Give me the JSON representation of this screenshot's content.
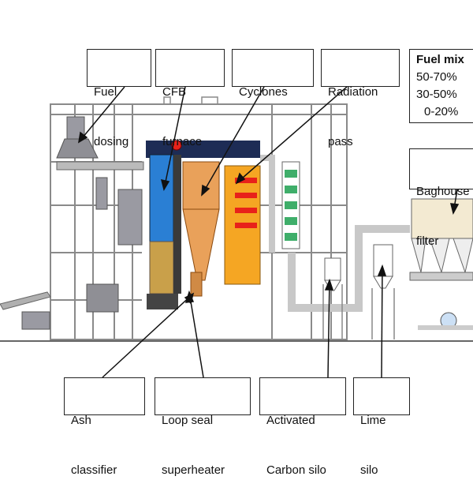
{
  "labels": {
    "fuel_dosing": [
      "Fuel",
      "dosing"
    ],
    "cfb_furnace": [
      "CFB",
      "furnace"
    ],
    "cyclones": [
      "Cyclones"
    ],
    "radiation_pass": [
      "Radiation",
      "pass"
    ],
    "baghouse_filter": [
      "Baghouse",
      "filter"
    ],
    "ash_classifier": [
      "Ash",
      "classifier"
    ],
    "loop_seal_superheater": [
      "Loop seal",
      "superheater"
    ],
    "activated_carbon_silo": [
      "Activated",
      "Carbon silo"
    ],
    "lime_silo": [
      "Lime",
      "silo"
    ]
  },
  "fuel_mix": {
    "title": "Fuel mix",
    "rows": [
      "50-70%",
      "30-50%",
      "0-20%"
    ]
  },
  "colors": {
    "furnace_blue": "#2a7fd4",
    "furnace_tan": "#c9a04a",
    "cyclone_orange": "#e9a15a",
    "radiation_orange": "#f5a623",
    "radiation_red": "#e8221a",
    "economizer_green": "#3fae6a",
    "steel_gray": "#8f8f95",
    "roof_navy": "#1d2c55"
  }
}
